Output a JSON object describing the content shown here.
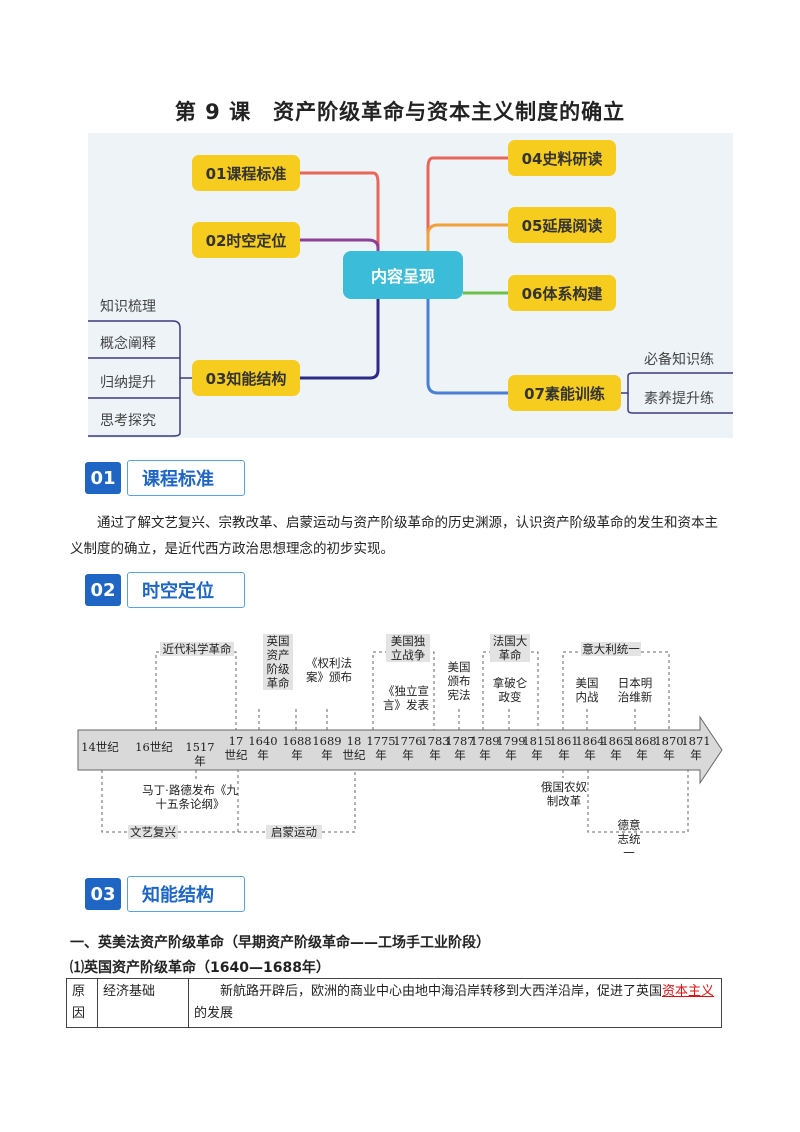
{
  "page_title": "第 9 课　资产阶级革命与资本主义制度的确立",
  "mindmap": {
    "center": "内容呈现",
    "left_nodes": [
      "01课程标准",
      "02时空定位",
      "03知能结构"
    ],
    "right_nodes": [
      "04史料研读",
      "05延展阅读",
      "06体系构建",
      "07素能训练"
    ],
    "node03_children": [
      "知识梳理",
      "概念阐释",
      "归纳提升",
      "思考探究"
    ],
    "node07_children": [
      "必备知识练",
      "素养提升练"
    ]
  },
  "section1": {
    "num": "01",
    "label": "课程标准",
    "text": "通过了解文艺复兴、宗教改革、启蒙运动与资产阶级革命的历史渊源，认识资产阶级革命的发生和资本主义制度的确立，是近代西方政治思想理念的初步实现。"
  },
  "section2": {
    "num": "02",
    "label": "时空定位"
  },
  "timeline": {
    "ticks": [
      {
        "l1": "14世纪",
        "l2": ""
      },
      {
        "l1": "16世纪",
        "l2": ""
      },
      {
        "l1": "1517年",
        "l2": ""
      },
      {
        "l1": "17",
        "l2": "世纪"
      },
      {
        "l1": "1640",
        "l2": "年"
      },
      {
        "l1": "1688",
        "l2": "年"
      },
      {
        "l1": "1689",
        "l2": "年"
      },
      {
        "l1": "18",
        "l2": "世纪"
      },
      {
        "l1": "1775",
        "l2": "年"
      },
      {
        "l1": "1776",
        "l2": "年"
      },
      {
        "l1": "1783",
        "l2": "年"
      },
      {
        "l1": "1787",
        "l2": "年"
      },
      {
        "l1": "1789",
        "l2": "年"
      },
      {
        "l1": "1799",
        "l2": "年"
      },
      {
        "l1": "1815",
        "l2": "年"
      },
      {
        "l1": "1861",
        "l2": "年"
      },
      {
        "l1": "1864",
        "l2": "年"
      },
      {
        "l1": "1865",
        "l2": "年"
      },
      {
        "l1": "1868",
        "l2": "年"
      },
      {
        "l1": "1870",
        "l2": "年"
      },
      {
        "l1": "1871",
        "l2": "年"
      }
    ],
    "above": {
      "science": "近代科学革命",
      "english_rev": "英国资产阶级革命",
      "bill_of_rights": "《权利法案》颁布",
      "us_independence": "美国独立战争",
      "declaration": "《独立宣言》发表",
      "us_constitution": "美国颁布宪法",
      "french_rev": "法国大革命",
      "napoleon": "拿破仑政变",
      "italy": "意大利统一",
      "us_civil_war": "美国内战",
      "meiji": "日本明治维新"
    },
    "below": {
      "luther": "马丁·路德发布《九十五条论纲》",
      "renaissance": "文艺复兴",
      "enlightenment": "启蒙运动",
      "russia_serf": "俄国农奴制改革",
      "germany": "德意志统一"
    }
  },
  "section3": {
    "num": "03",
    "label": "知能结构"
  },
  "heading1": "一、英美法资产阶级革命（早期资产阶级革命——工场手工业阶段）",
  "heading2": "⑴英国资产阶级革命（1640—1688年）",
  "table": {
    "c1": "原因",
    "c2": "经济基础",
    "c3_a": "新航路开辟后，欧洲的商业中心由地中海沿岸转移到大西洋沿岸，促进了英国",
    "c3_red": "资本主义",
    "c3_b": "的发展"
  }
}
